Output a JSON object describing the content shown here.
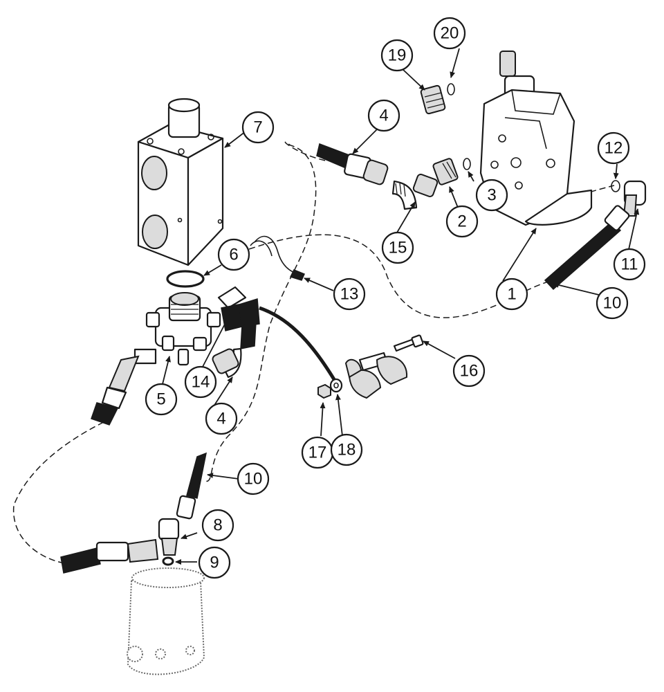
{
  "callouts": [
    {
      "label": "1"
    },
    {
      "label": "2"
    },
    {
      "label": "3"
    },
    {
      "label": "4"
    },
    {
      "label": "4"
    },
    {
      "label": "5"
    },
    {
      "label": "6"
    },
    {
      "label": "7"
    },
    {
      "label": "8"
    },
    {
      "label": "9"
    },
    {
      "label": "10"
    },
    {
      "label": "10"
    },
    {
      "label": "11"
    },
    {
      "label": "12"
    },
    {
      "label": "13"
    },
    {
      "label": "14"
    },
    {
      "label": "15"
    },
    {
      "label": "16"
    },
    {
      "label": "17"
    },
    {
      "label": "18"
    },
    {
      "label": "19"
    },
    {
      "label": "20"
    }
  ]
}
